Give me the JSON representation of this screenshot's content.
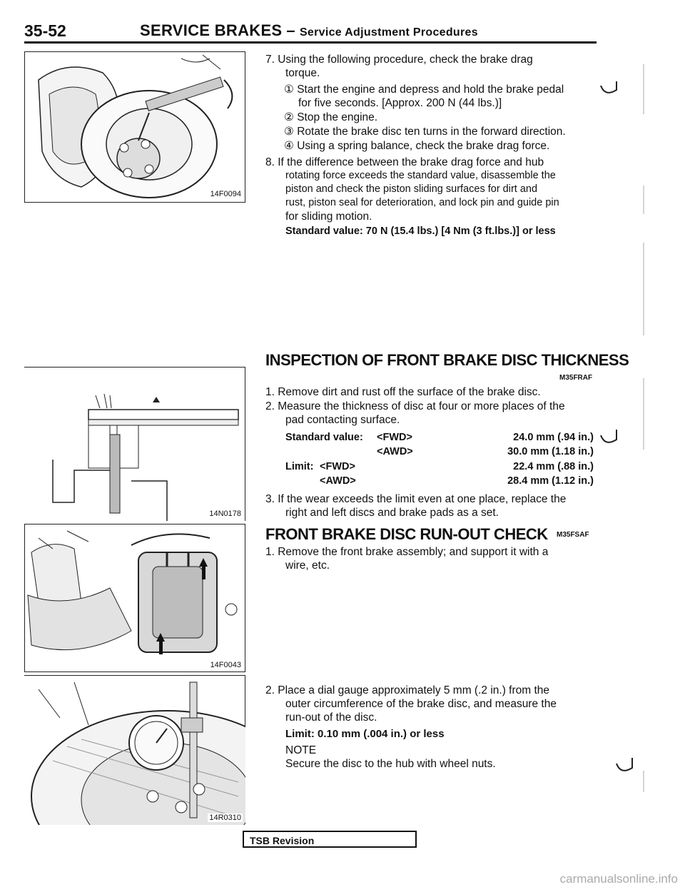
{
  "header": {
    "page_number": "35-52",
    "section": "SERVICE BRAKES",
    "dash": "–",
    "subsection": "Service Adjustment Procedures"
  },
  "figures": [
    {
      "code": "14F0094"
    },
    {
      "code": "14N0178"
    },
    {
      "code": "14F0043"
    },
    {
      "code": "14R0310"
    }
  ],
  "drag_torque": {
    "step7_line1": "7. Using the following procedure, check the brake drag",
    "step7_line2": "torque.",
    "sub1_line1": "① Start the engine and depress and hold the brake pedal",
    "sub1_line2": "for five seconds. [Approx. 200 N (44 lbs.)]",
    "sub2": "② Stop the engine.",
    "sub3": "③ Rotate the brake disc ten turns in the forward direction.",
    "sub4": "④ Using a spring balance, check the brake drag force.",
    "step8_line1": "8. If the difference between the brake drag force and hub",
    "step8_line2": "rotating force exceeds the standard value, disassemble the",
    "step8_line3": "piston and check the piston sliding surfaces for dirt and",
    "step8_line4": "rust, piston seal for deterioration, and lock pin and guide pin",
    "step8_line5": "for sliding motion.",
    "standard_value": "Standard value: 70 N (15.4 lbs.) [4 Nm (3 ft.lbs.)] or less"
  },
  "thickness": {
    "title": "INSPECTION OF FRONT BRAKE DISC THICKNESS",
    "code": "M35FRAF",
    "step1": "1. Remove dirt and rust off the surface of the brake disc.",
    "step2_line1": "2.  Measure the thickness of disc at four or more places of the",
    "step2_line2": "pad contacting surface.",
    "std_label": "Standard value:",
    "limit_label": "Limit:",
    "fwd": "<FWD>",
    "awd": "<AWD>",
    "std_fwd": "24.0 mm (.94 in.)",
    "std_awd": "30.0 mm (1.18 in.)",
    "lim_fwd": "22.4 mm (.88 in.)",
    "lim_awd": "28.4 mm (1.12 in.)",
    "step3_line1": "3.  If the wear exceeds the limit even at one place, replace the",
    "step3_line2": "right and left discs and brake pads as a set."
  },
  "runout": {
    "title": "FRONT BRAKE DISC RUN-OUT CHECK",
    "code": "M35FSAF",
    "step1_line1": "1. Remove the front brake assembly; and support it with a",
    "step1_line2": "wire, etc.",
    "step2_line1": "2. Place a dial gauge approximately 5 mm (.2 in.) from the",
    "step2_line2": "outer circumference of the brake disc, and measure the",
    "step2_line3": "run-out of the disc.",
    "limit": "Limit: 0.10 mm (.004 in.) or less",
    "note_label": "NOTE",
    "note_text": "Secure the disc to the hub with wheel nuts."
  },
  "footer": {
    "tsb": "TSB Revision",
    "watermark": "carmanualsonline.info"
  }
}
